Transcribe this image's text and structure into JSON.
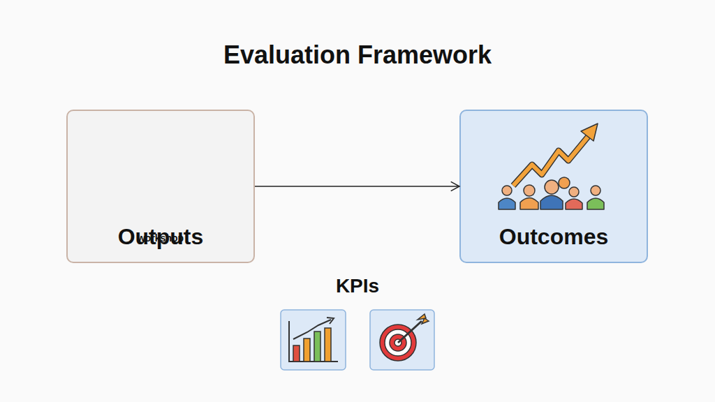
{
  "diagram": {
    "title": "Evaluation Framework",
    "nodes": [
      {
        "text": [
          "workshop",
          "Outputs"
        ]
      },
      {
        "text": [
          "Outcomes"
        ]
      }
    ],
    "edges": [
      {
        "from": 0,
        "to": 1,
        "arrow": "to"
      }
    ],
    "labels": [
      "KPIs"
    ]
  }
}
